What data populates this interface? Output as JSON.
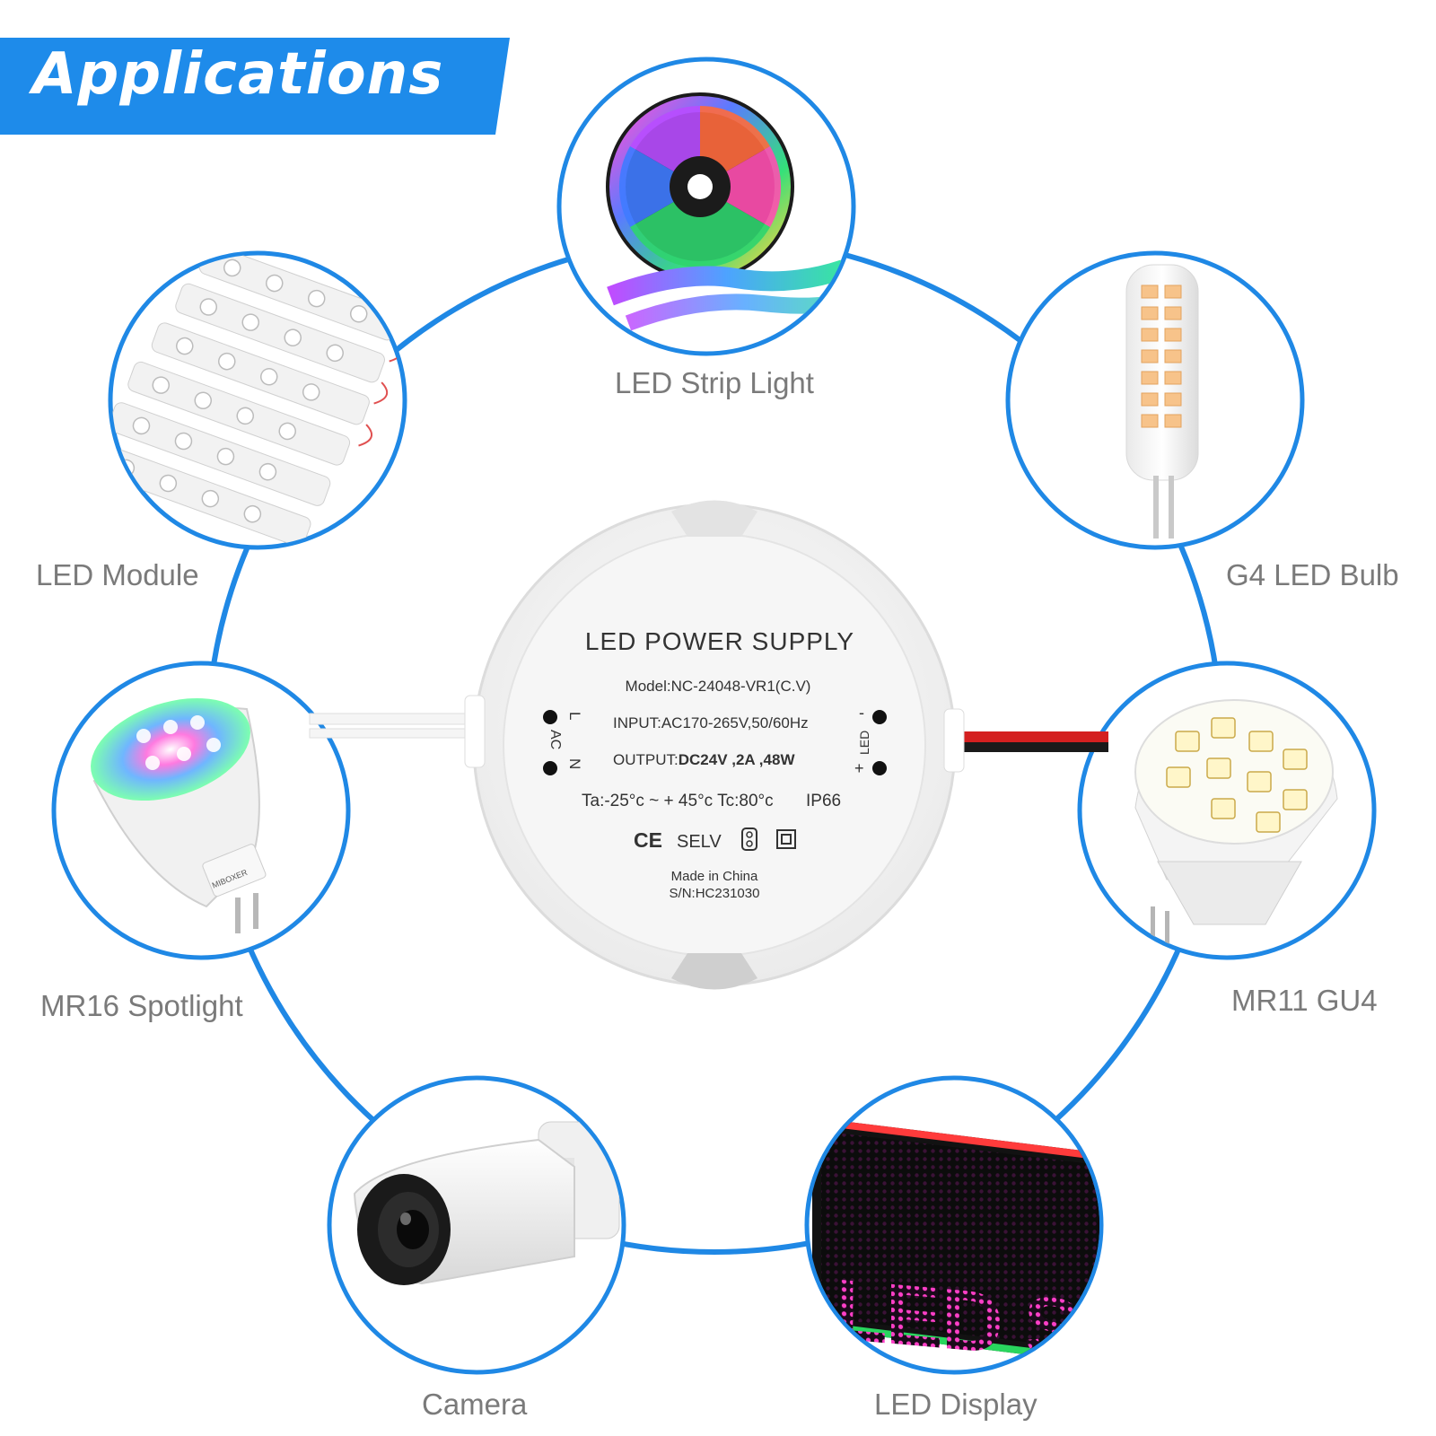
{
  "header": {
    "title": "Applications"
  },
  "applications": [
    {
      "id": "strip",
      "label": "LED Strip Light"
    },
    {
      "id": "module",
      "label": "LED Module"
    },
    {
      "id": "g4",
      "label": "G4 LED Bulb"
    },
    {
      "id": "mr16",
      "label": "MR16 Spotlight"
    },
    {
      "id": "mr11",
      "label": "MR11 GU4"
    },
    {
      "id": "camera",
      "label": "Camera"
    },
    {
      "id": "display",
      "label": "LED Display"
    }
  ],
  "power_supply": {
    "title": "LED POWER SUPPLY",
    "model": "Model:NC-24048-VR1(C.V)",
    "input": "INPUT:AC170-265V,50/60Hz",
    "output_prefix": "OUTPUT:",
    "output_value": "DC24V ,2A ,48W",
    "temps": "Ta:-25°c ~ + 45°c  Tc:80°c",
    "ip": "IP66",
    "selv": "SELV",
    "ce": "CE",
    "made_in": "Made in China",
    "serial": "S/N:HC231030",
    "left_terminal": {
      "l": "L",
      "ac": "AC",
      "n": "N"
    },
    "right_terminal": {
      "minus": "-",
      "led": "LED",
      "plus": "+"
    }
  },
  "display_sign_text": "LED SIGN",
  "spotlight_brand": "MIBOXER",
  "colors": {
    "accent_blue": "#1f88e5",
    "banner_blue": "#1e8bea",
    "label_gray": "#7a7a7a",
    "wire_red": "#d42020",
    "sign_pink": "#ff3fc8"
  }
}
